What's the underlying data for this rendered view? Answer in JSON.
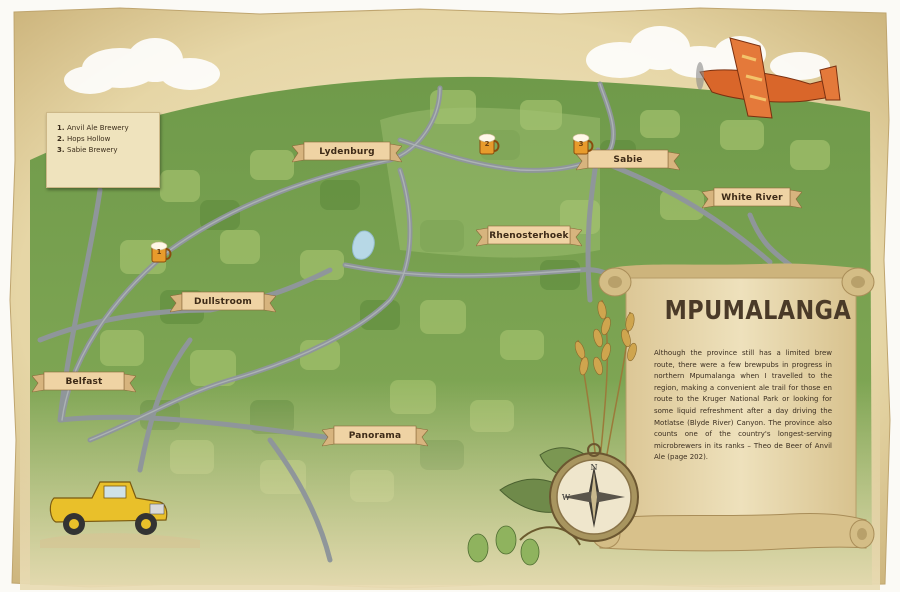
{
  "map": {
    "towns": {
      "lydenburg": "Lydenburg",
      "sabie": "Sabie",
      "white_river": "White River",
      "rhenosterhoek": "Rhenosterhoek",
      "dullstroom": "Dullstroom",
      "belfast": "Belfast",
      "panorama": "Panorama"
    },
    "breweries": [
      {
        "number": "1"
      },
      {
        "number": "2"
      },
      {
        "number": "3"
      }
    ]
  },
  "legend": {
    "items": [
      {
        "num": "1.",
        "label": "Anvil Ale Brewery"
      },
      {
        "num": "2.",
        "label": "Hops Hollow"
      },
      {
        "num": "3.",
        "label": "Sabie Brewery"
      }
    ]
  },
  "scroll": {
    "title": "MPUMALANGA",
    "body": "Although the province still has a limited brew route, there were a few brewpubs in progress in northern Mpumalanga when I travelled to the region, making a convenient ale trail for those en route to the Kruger National Park or looking for some liquid refreshment after a day driving the Motlatse (Blyde River) Canyon. The province also counts one of the country's longest-serving microbrewers in its ranks – Theo de Beer of Anvil Ale (page 202)."
  },
  "colors": {
    "parchment": "#e9dcb4",
    "field_dark": "#6f9a4a",
    "field_light": "#a8c274",
    "road": "#8f969a",
    "banner": "#efd3a4",
    "lake": "#b7d8e6"
  }
}
